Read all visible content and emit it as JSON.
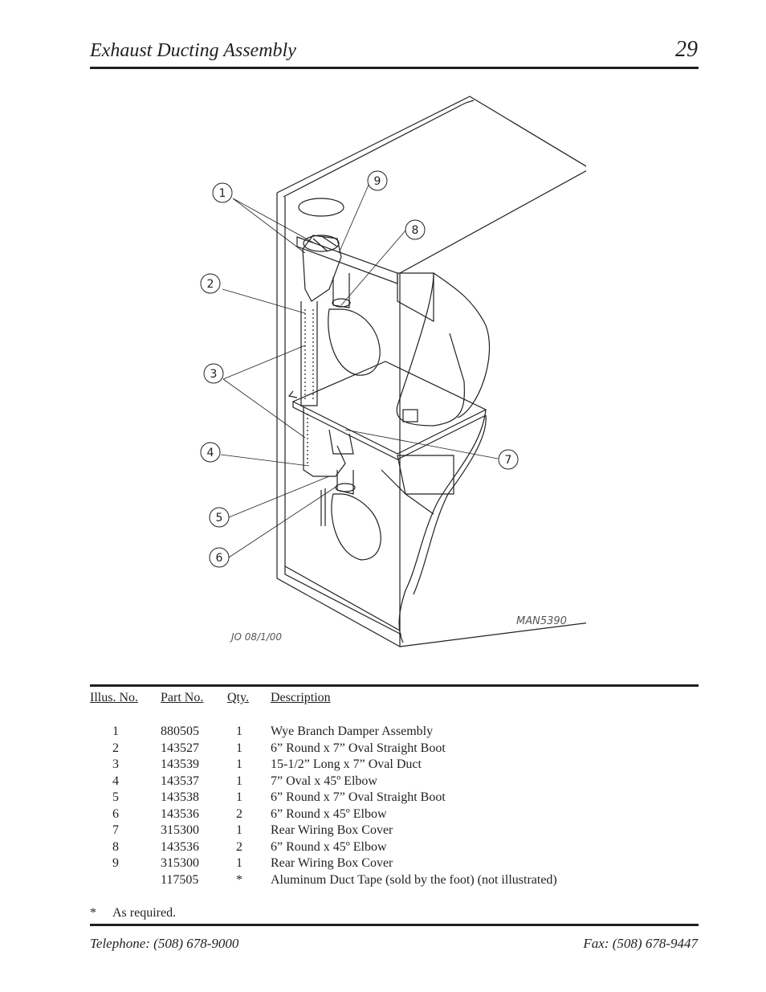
{
  "header": {
    "title": "Exhaust Ducting Assembly",
    "page_number": "29"
  },
  "diagram": {
    "callouts": [
      "1",
      "2",
      "3",
      "4",
      "5",
      "6",
      "7",
      "8",
      "9"
    ],
    "drawing_code": "MAN5390",
    "date_stamp": "JO 08/1/00"
  },
  "table": {
    "headers": {
      "illus": "Illus. No.",
      "part": "Part  No.",
      "qty": "Qty.",
      "desc": "Description"
    },
    "rows": [
      {
        "illus": "1",
        "part": "880505",
        "qty": "1",
        "desc": "Wye Branch Damper Assembly"
      },
      {
        "illus": "2",
        "part": "143527",
        "qty": "1",
        "desc": "6” Round x 7” Oval Straight Boot"
      },
      {
        "illus": "3",
        "part": "143539",
        "qty": "1",
        "desc": "15-1/2” Long x 7” Oval Duct"
      },
      {
        "illus": "4",
        "part": "143537",
        "qty": "1",
        "desc": "7” Oval x 45º Elbow"
      },
      {
        "illus": "5",
        "part": "143538",
        "qty": "1",
        "desc": "6” Round x 7” Oval Straight Boot"
      },
      {
        "illus": "6",
        "part": "143536",
        "qty": "2",
        "desc": "6” Round x 45º Elbow"
      },
      {
        "illus": "7",
        "part": "315300",
        "qty": "1",
        "desc": "Rear Wiring Box Cover"
      },
      {
        "illus": "8",
        "part": "143536",
        "qty": "2",
        "desc": "6” Round x 45º Elbow"
      },
      {
        "illus": "9",
        "part": "315300",
        "qty": "1",
        "desc": "Rear Wiring Box Cover"
      },
      {
        "illus": "",
        "part": "117505",
        "qty": "*",
        "desc": "Aluminum Duct Tape (sold by the foot) (not illustrated)"
      }
    ]
  },
  "footnote": {
    "mark": "*",
    "text": "As required."
  },
  "footer": {
    "telephone": "Telephone: (508) 678-9000",
    "fax": "Fax: (508) 678-9447"
  }
}
